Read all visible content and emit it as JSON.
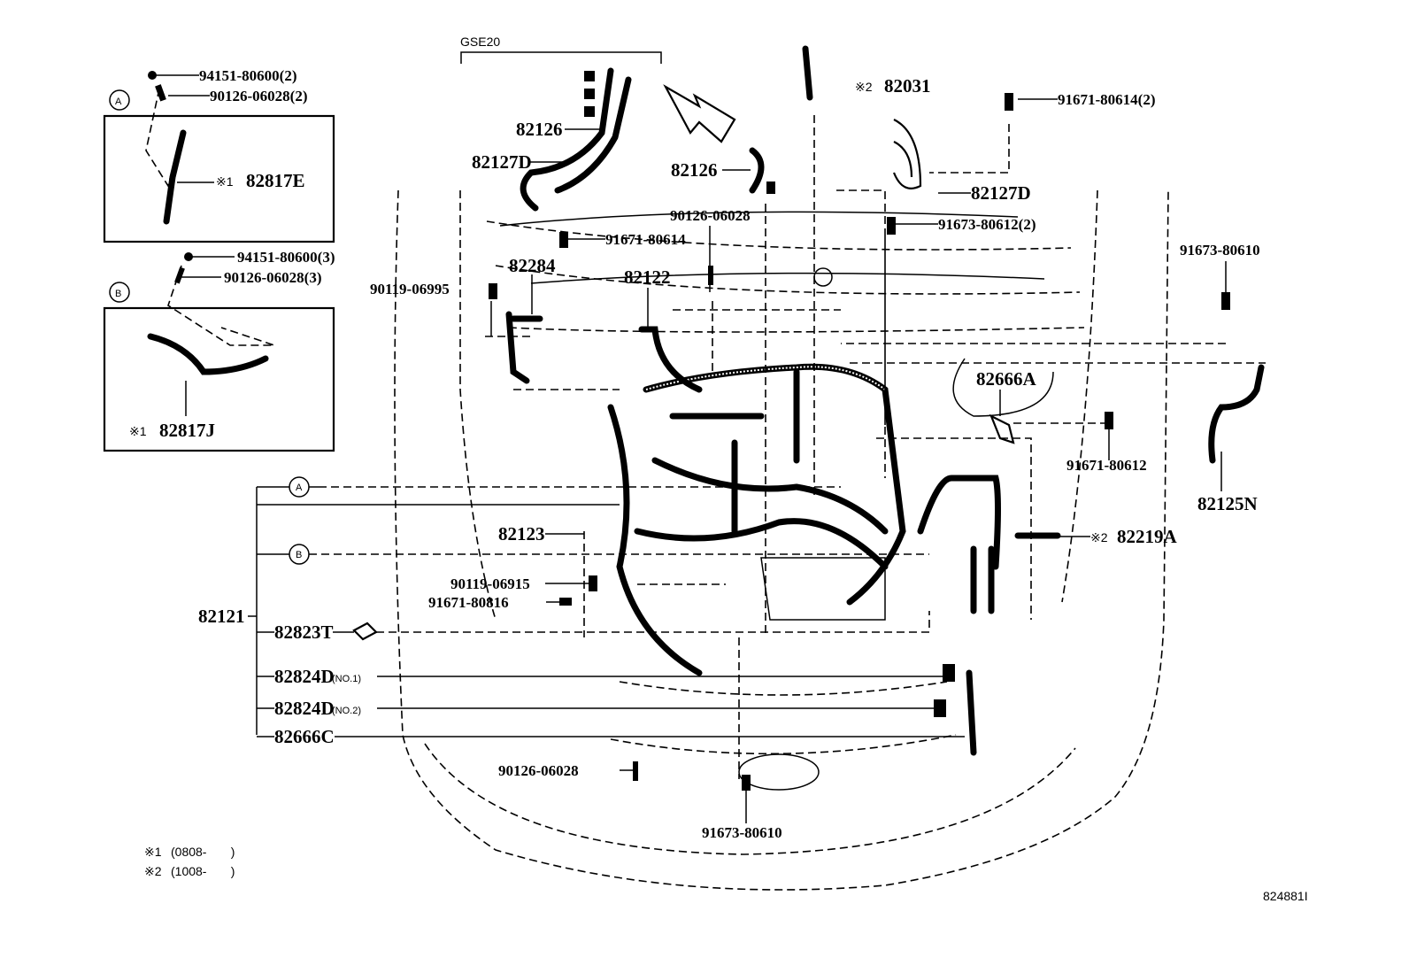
{
  "diagram_code": "GSE20",
  "figure_id": "824881I",
  "callouts": {
    "a": "A",
    "b": "B"
  },
  "labels": {
    "p94151_2": "94151-80600(2)",
    "p90126_2": "90126-06028(2)",
    "p82817E": "82817E",
    "p94151_3": "94151-80600(3)",
    "p90126_3": "90126-06028(3)",
    "p82817J": "82817J",
    "p82126_a": "82126",
    "p82127D_a": "82127D",
    "p82031": "82031",
    "p82126_b": "82126",
    "p91671_80614_2": "91671-80614(2)",
    "p82127D_b": "82127D",
    "p90126_06028_a": "90126-06028",
    "p91673_80612_2": "91673-80612(2)",
    "p91671_80614": "91671-80614",
    "p91673_80610_a": "91673-80610",
    "p82284": "82284",
    "p82122": "82122",
    "p90119_06995": "90119-06995",
    "p82666A": "82666A",
    "p91671_80612": "91671-80612",
    "p82125N": "82125N",
    "p82123": "82123",
    "p82219A": "82219A",
    "p90119_06915": "90119-06915",
    "p91671_80816": "91671-80816",
    "p82121": "82121",
    "p82823T": "82823T",
    "p82824D_1": "82824D",
    "p82824D_1_note": "(NO.1)",
    "p82824D_2": "82824D",
    "p82824D_2_note": "(NO.2)",
    "p82666C": "82666C",
    "p90126_06028_b": "90126-06028",
    "p91673_80610_b": "91673-80610"
  },
  "marks": {
    "m1": "※1",
    "m2": "※2"
  },
  "notes": [
    {
      "mark": "※1",
      "text": "(0808-       )"
    },
    {
      "mark": "※2",
      "text": "(1008-       )"
    }
  ]
}
